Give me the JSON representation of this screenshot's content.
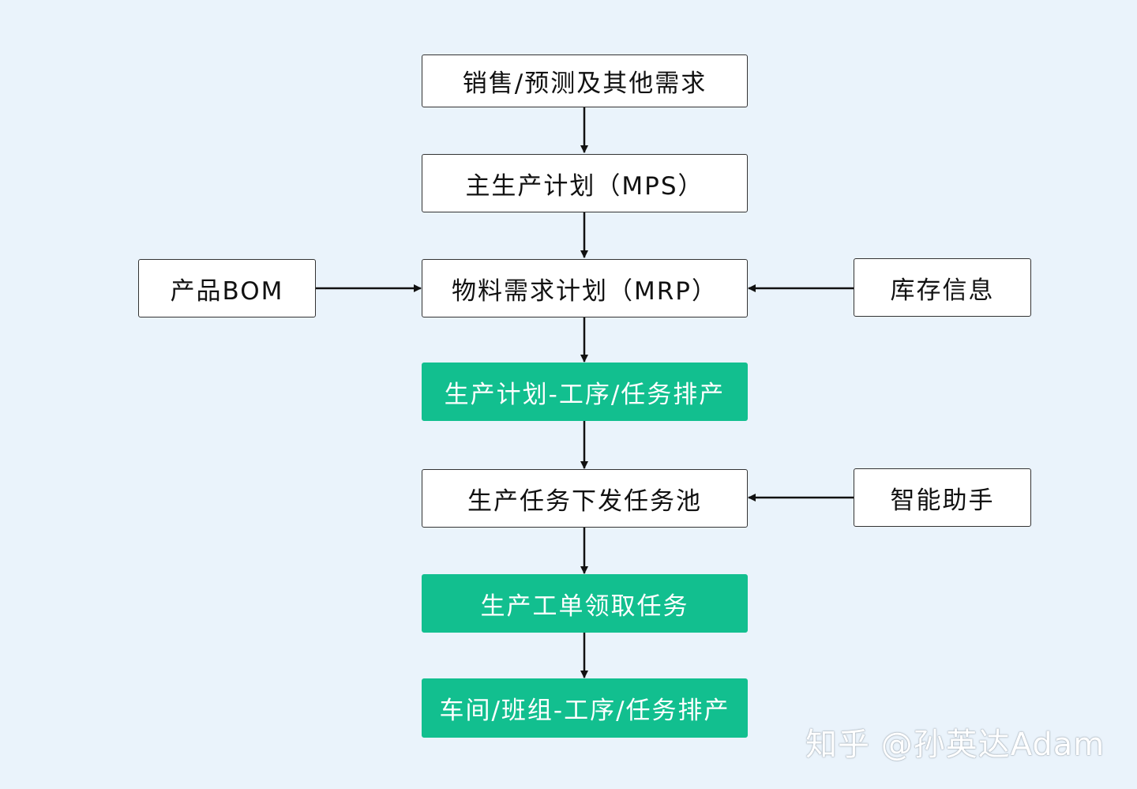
{
  "nodes": {
    "demand": "销售/预测及其他需求",
    "mps": "主生产计划（MPS）",
    "mrp": "物料需求计划（MRP）",
    "bom": "产品BOM",
    "inventory": "库存信息",
    "scheduling": "生产计划-工序/任务排产",
    "task_pool": "生产任务下发任务池",
    "assistant": "智能助手",
    "work_order": "生产工单领取任务",
    "workshop": "车间/班组-工序/任务排产"
  },
  "watermark": "知乎 @孙英达Adam",
  "colors": {
    "background": "#eaf3fb",
    "highlight": "#12bf8f",
    "box": "#ffffff",
    "line": "#111111"
  }
}
